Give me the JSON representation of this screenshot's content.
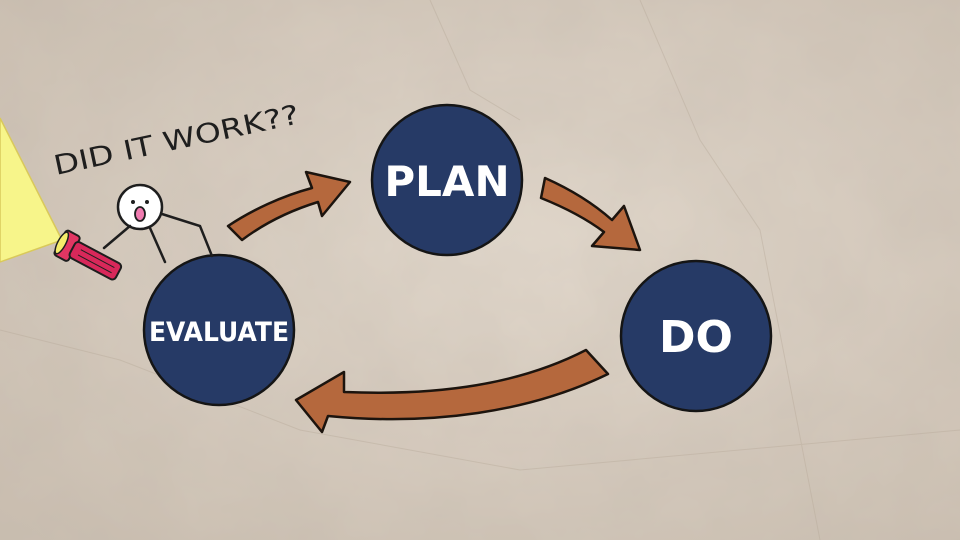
{
  "colors": {
    "paper": "#d6cabd",
    "paper_light": "#e3d9cd",
    "node_fill": "#263a66",
    "node_stroke": "#151515",
    "arrow_fill": "#b5683d",
    "arrow_stroke": "#1c140e",
    "flashlight": "#d8285a",
    "beam": "#f7f58a",
    "text": "#1e1e1e"
  },
  "diagram": {
    "caption": "DID IT WORK??",
    "nodes": {
      "plan": "PLAN",
      "do": "DO",
      "evaluate": "EVALUATE"
    },
    "flow": [
      "plan",
      "do",
      "evaluate"
    ],
    "icons": [
      "stick-figure-icon",
      "flashlight-icon",
      "light-beam-icon"
    ]
  }
}
